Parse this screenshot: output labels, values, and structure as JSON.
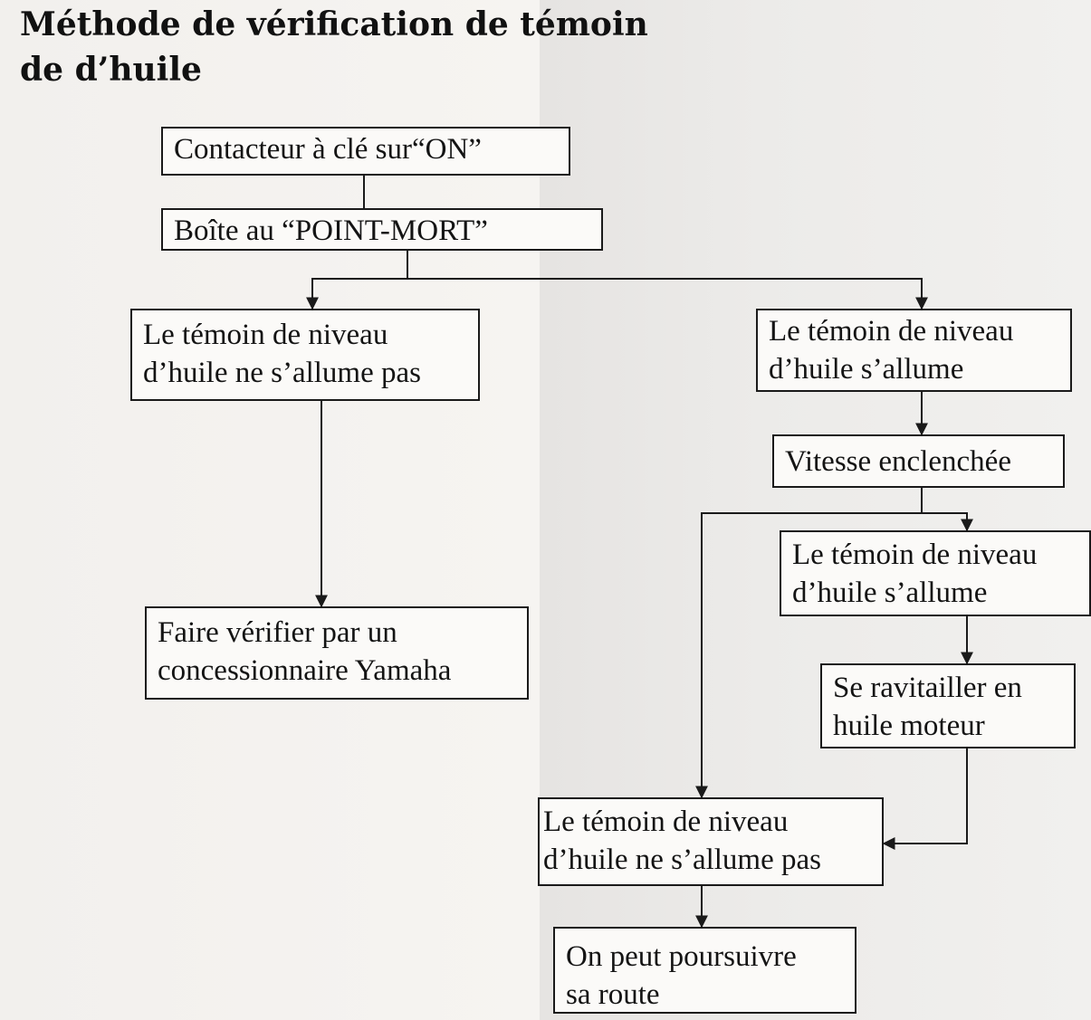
{
  "title": {
    "line1": "Méthode de vérification de témoin",
    "line2": "de d’huile"
  },
  "nodes": {
    "contact": {
      "text": "Contacteur à clé sur“ON”"
    },
    "neutral": {
      "text": "Boîte au “POINT-MORT”"
    },
    "not_lit_left": {
      "line1": "Le témoin de niveau",
      "line2": "d’huile ne s’allume pas"
    },
    "lit_right": {
      "line1": "Le témoin de niveau",
      "line2": "d’huile s’allume"
    },
    "gear": {
      "text": "Vitesse enclenchée"
    },
    "lit_again": {
      "line1": "Le témoin de niveau",
      "line2": "d’huile s’allume"
    },
    "dealer": {
      "line1": "Faire vérifier par un",
      "line2": "concessionnaire Yamaha"
    },
    "refill": {
      "line1": "Se ravitailler en",
      "line2": "huile moteur"
    },
    "not_lit_bottom": {
      "line1": "Le témoin de niveau",
      "line2": "d’huile ne s’allume pas"
    },
    "continue": {
      "line1": "On peut poursuivre",
      "line2": "sa route"
    }
  }
}
